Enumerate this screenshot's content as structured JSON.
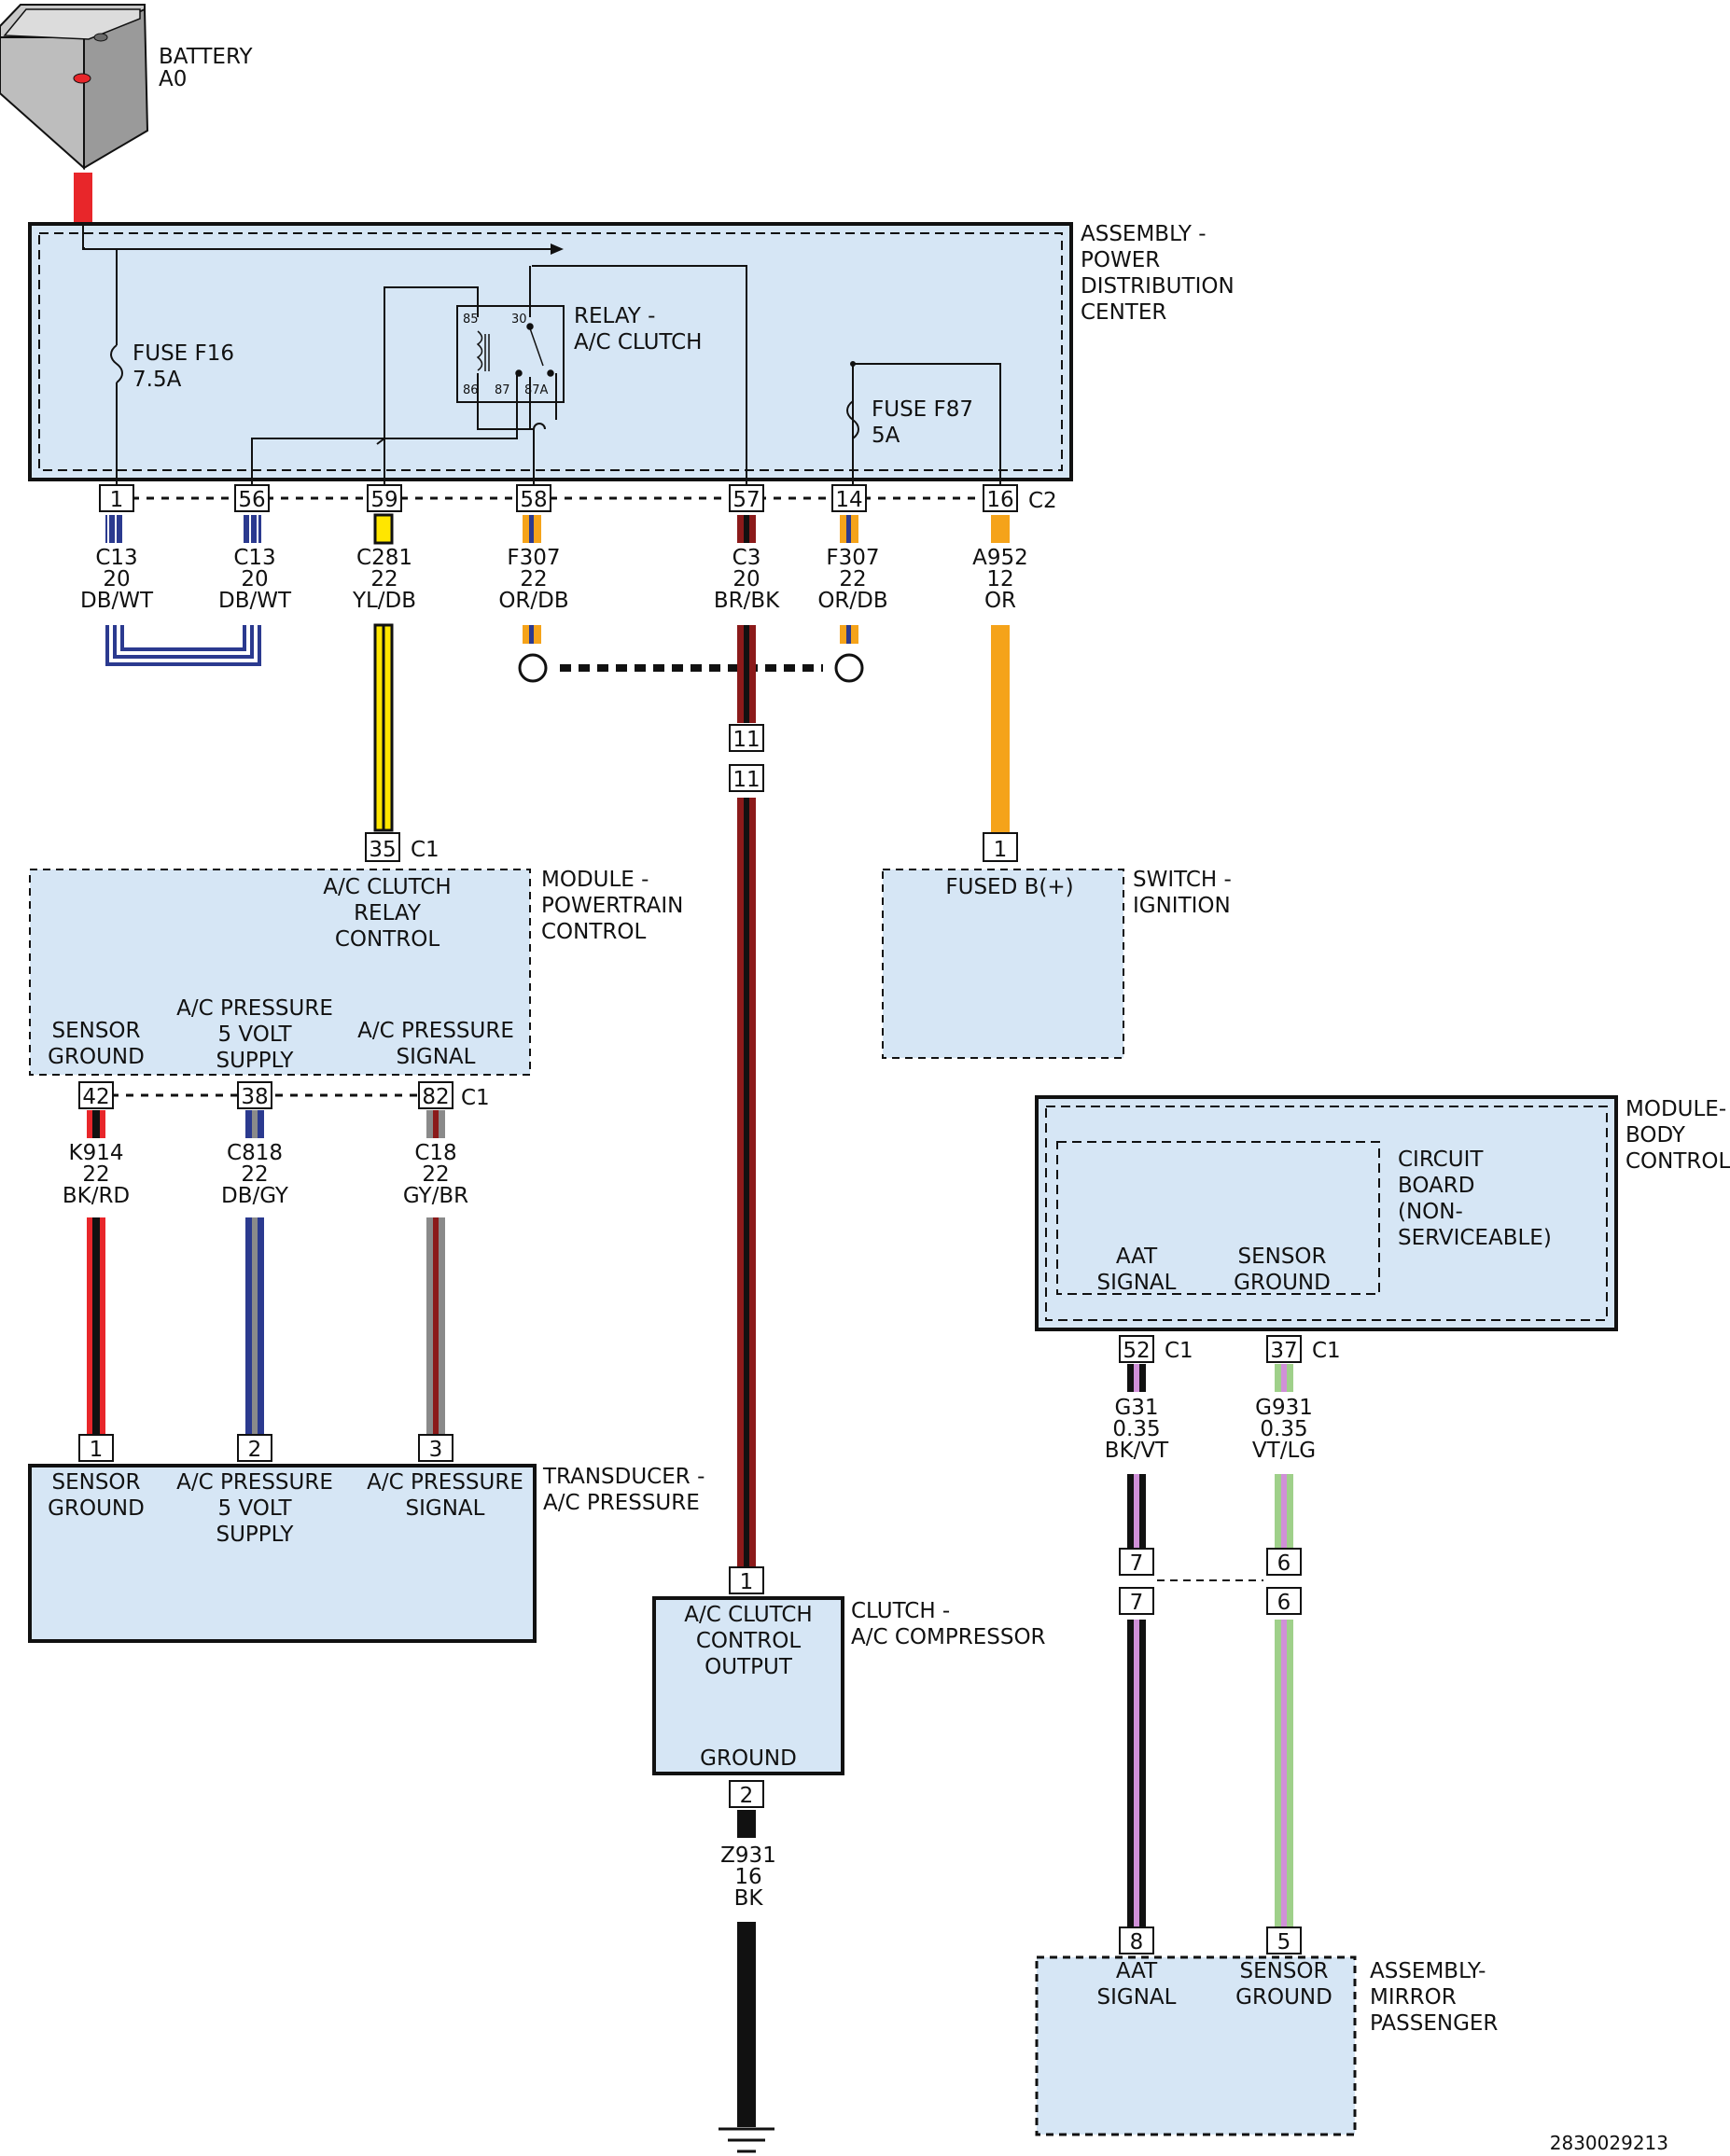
{
  "diagram_id": "2830029213",
  "colors": {
    "box_fill": "#d6e6f5",
    "stroke": "#111111",
    "battery_cable": "#e8262a",
    "dark_blue": "#2b3a8f",
    "white": "#ffffff",
    "yellow": "#ffe600",
    "orange": "#f5a31a",
    "brown": "#8b1a1a",
    "black": "#111111",
    "red": "#e8262a",
    "gray": "#8a8a8a",
    "violet": "#d090d8",
    "light_green": "#9fd08a"
  },
  "battery": {
    "name": "BATTERY",
    "id": "A0",
    "icon": "battery-icon"
  },
  "pdc": {
    "name": [
      "ASSEMBLY -",
      "POWER",
      "DISTRIBUTION",
      "CENTER"
    ],
    "fuse_f16": [
      "FUSE F16",
      "7.5A"
    ],
    "fuse_f87": [
      "FUSE F87",
      "5A"
    ],
    "relay": [
      "RELAY -",
      "A/C CLUTCH"
    ],
    "relay_pins": [
      "85",
      "30",
      "86",
      "87",
      "87A"
    ],
    "connector": "C2",
    "pins": [
      "1",
      "56",
      "59",
      "58",
      "57",
      "14",
      "16"
    ]
  },
  "wires_top": [
    {
      "circuit": "C13",
      "gauge": "20",
      "color": "DB/WT"
    },
    {
      "circuit": "C13",
      "gauge": "20",
      "color": "DB/WT"
    },
    {
      "circuit": "C281",
      "gauge": "22",
      "color": "YL/DB"
    },
    {
      "circuit": "F307",
      "gauge": "22",
      "color": "OR/DB"
    },
    {
      "circuit": "C3",
      "gauge": "20",
      "color": "BR/BK"
    },
    {
      "circuit": "F307",
      "gauge": "22",
      "color": "OR/DB"
    },
    {
      "circuit": "A952",
      "gauge": "12",
      "color": "OR"
    }
  ],
  "inline_connector": {
    "pins": [
      "11",
      "11"
    ]
  },
  "pcm": {
    "name": [
      "MODULE -",
      "POWERTRAIN",
      "CONTROL"
    ],
    "input_pin": "35",
    "input_connector": "C1",
    "function_top": [
      "A/C CLUTCH",
      "RELAY",
      "CONTROL"
    ],
    "functions": [
      [
        "SENSOR",
        "GROUND"
      ],
      [
        "A/C PRESSURE",
        "5 VOLT",
        "SUPPLY"
      ],
      [
        "A/C PRESSURE",
        "SIGNAL"
      ]
    ],
    "pins": [
      "42",
      "38",
      "82"
    ],
    "connector": "C1"
  },
  "ignition_switch": {
    "name": [
      "SWITCH -",
      "IGNITION"
    ],
    "pin": "1",
    "function": "FUSED B(+)"
  },
  "pcm_wires": [
    {
      "circuit": "K914",
      "gauge": "22",
      "color": "BK/RD"
    },
    {
      "circuit": "C818",
      "gauge": "22",
      "color": "DB/GY"
    },
    {
      "circuit": "C18",
      "gauge": "22",
      "color": "GY/BR"
    }
  ],
  "transducer": {
    "name": [
      "TRANSDUCER -",
      "A/C PRESSURE"
    ],
    "pins": [
      "1",
      "2",
      "3"
    ],
    "functions": [
      [
        "SENSOR",
        "GROUND"
      ],
      [
        "A/C PRESSURE",
        "5 VOLT",
        "SUPPLY"
      ],
      [
        "A/C PRESSURE",
        "SIGNAL"
      ]
    ]
  },
  "clutch": {
    "name": [
      "CLUTCH -",
      "A/C COMPRESSOR"
    ],
    "input_pin": "1",
    "function_top": [
      "A/C CLUTCH",
      "CONTROL",
      "OUTPUT"
    ],
    "function_bottom": "GROUND",
    "ground_pin": "2",
    "ground_wire": {
      "circuit": "Z931",
      "gauge": "16",
      "color": "BK"
    }
  },
  "bcm": {
    "name": [
      "MODULE-",
      "BODY",
      "CONTROL"
    ],
    "board": [
      "CIRCUIT",
      "BOARD",
      "(NON-",
      "SERVICEABLE)"
    ],
    "functions": [
      [
        "AAT",
        "SIGNAL"
      ],
      [
        "SENSOR",
        "GROUND"
      ]
    ],
    "pins": [
      "52",
      "37"
    ],
    "connector": "C1"
  },
  "bcm_wires": [
    {
      "circuit": "G31",
      "gauge": "0.35",
      "color": "BK/VT"
    },
    {
      "circuit": "G931",
      "gauge": "0.35",
      "color": "VT/LG"
    }
  ],
  "mirror_inline": {
    "pins": [
      "7",
      "6",
      "7",
      "6"
    ]
  },
  "mirror": {
    "name": [
      "ASSEMBLY-",
      "MIRROR",
      "PASSENGER"
    ],
    "pins": [
      "8",
      "5"
    ],
    "functions": [
      [
        "AAT",
        "SIGNAL"
      ],
      [
        "SENSOR",
        "GROUND"
      ]
    ]
  }
}
